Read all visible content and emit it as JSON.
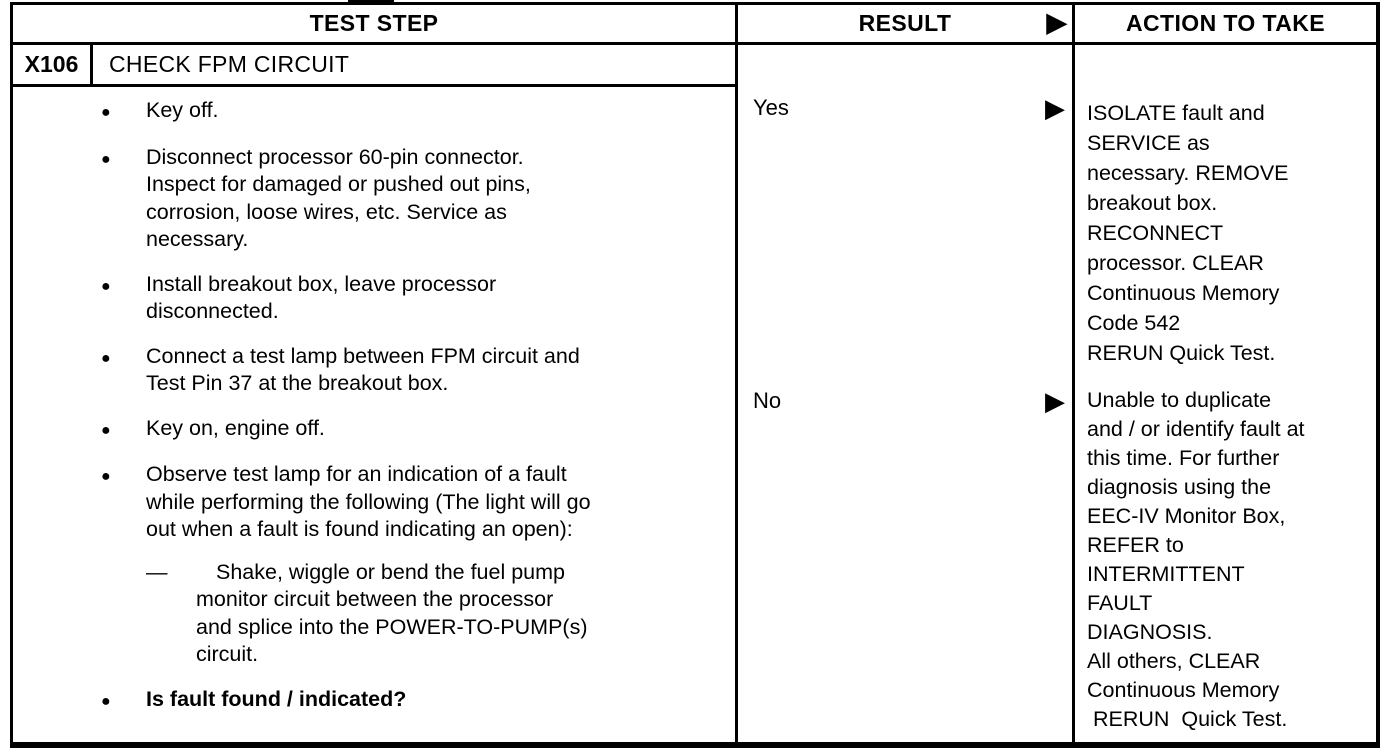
{
  "icons": {
    "bullet": "●",
    "dash": "—",
    "arrow": "▶"
  },
  "table": {
    "headers": {
      "test_step": "TEST STEP",
      "result": "RESULT",
      "action": "ACTION TO TAKE"
    },
    "step": {
      "id": "X106",
      "title": "CHECK FPM CIRCUIT",
      "bullets": [
        "Key off.",
        "Disconnect processor 60-pin connector.\nInspect for damaged or pushed out pins,\ncorrosion, loose wires, etc. Service as\nnecessary.",
        "Install breakout box, leave processor\ndisconnected.",
        "Connect a test lamp between FPM circuit and\nTest Pin 37 at the breakout box.",
        "Key on, engine off.",
        "Observe test lamp for an indication of a fault\nwhile performing the following (The light will go\nout when a fault is found indicating an open):",
        "Is fault found / indicated?"
      ],
      "sub_step": "Shake, wiggle or bend the fuel pump\nmonitor circuit between the processor\nand splice into the POWER-TO-PUMP(s)\ncircuit.",
      "question_index": 6
    },
    "results": [
      {
        "label": "Yes",
        "action": "ISOLATE fault and\nSERVICE as\nnecessary. REMOVE\nbreakout box.\nRECONNECT\nprocessor. CLEAR\nContinuous Memory\nCode 542\nRERUN Quick Test."
      },
      {
        "label": "No",
        "action": "Unable to duplicate\nand / or identify fault at\nthis time. For further\ndiagnosis using the\nEEC-IV Monitor Box,\nREFER to\nINTERMITTENT\nFAULT\nDIAGNOSIS.\nAll others, CLEAR\nContinuous Memory\n RERUN  Quick Test."
      }
    ]
  },
  "colors": {
    "ink": "#000000",
    "paper": "#ffffff"
  }
}
